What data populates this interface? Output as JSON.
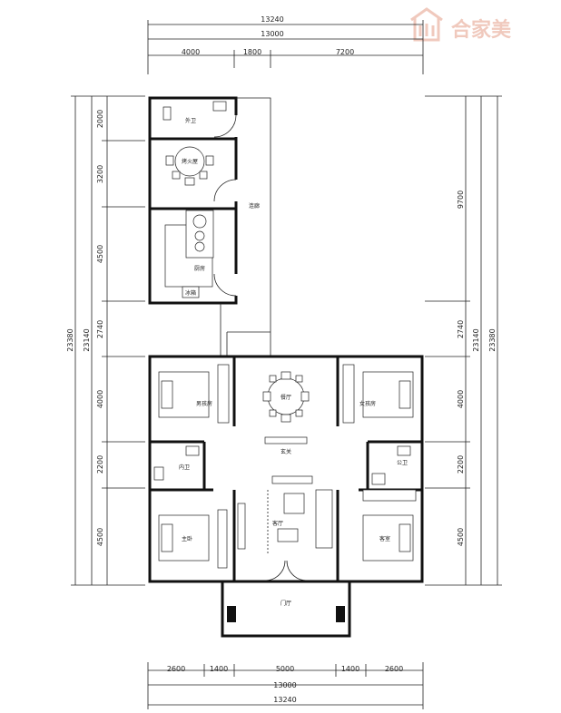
{
  "logo": {
    "text": "合家美"
  },
  "dimensions": {
    "top_total_outer": "13240",
    "top_total_inner": "13000",
    "top_segments": [
      "4000",
      "1800",
      "7200"
    ],
    "bottom_segments": [
      "2600",
      "1400",
      "5000",
      "1400",
      "2600"
    ],
    "bottom_total_inner": "13000",
    "bottom_total_outer": "13240",
    "left_segments": [
      "2000",
      "3200",
      "4500",
      "2740",
      "4000",
      "2200",
      "4500"
    ],
    "left_total_inner": "23140",
    "left_total_outer": "23380",
    "right_segments": [
      "9700",
      "2740",
      "4000",
      "2200",
      "4500"
    ],
    "right_total_inner": "23140",
    "right_total_outer": "23380"
  },
  "rooms": {
    "outer_bath": "外卫",
    "fire_room": "烤火屋",
    "kitchen": "厨房",
    "fridge": "冰箱",
    "corridor": "连廊",
    "boys_room": "男孩房",
    "dining": "餐厅",
    "girls_room": "女孩房",
    "foyer": "玄关",
    "inner_bath": "内卫",
    "public_bath": "公卫",
    "living_room": "客厅",
    "master_bedroom": "主卧",
    "second_bedroom": "客室",
    "porch": "门厅"
  }
}
